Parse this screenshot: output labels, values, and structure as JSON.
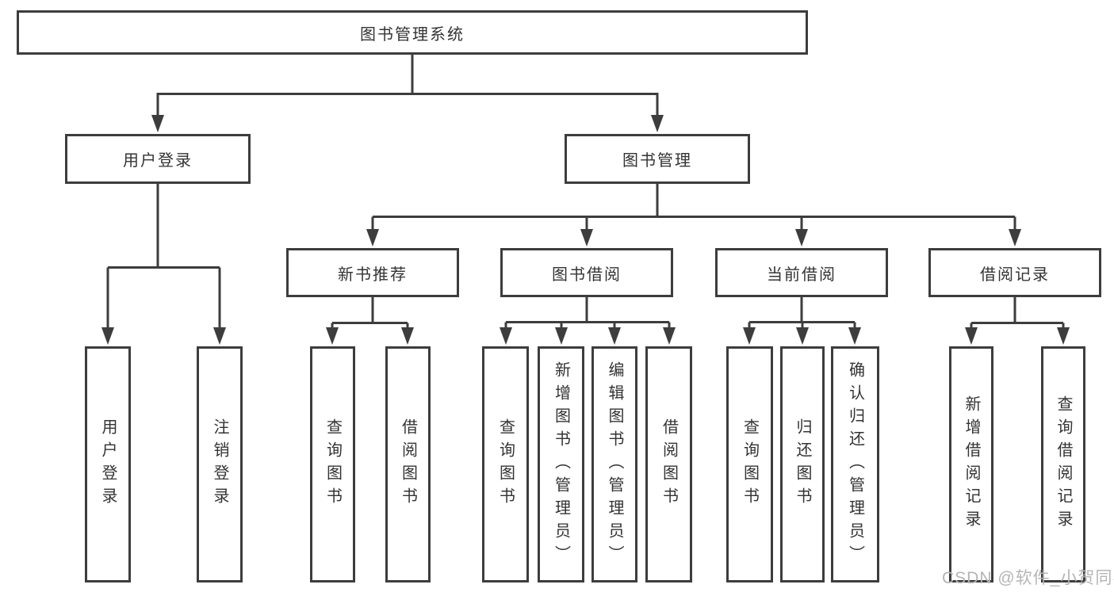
{
  "colors": {
    "line": "#3d3d3d",
    "text": "#333333",
    "background": "#ffffff",
    "watermark": "#b5b5b5"
  },
  "watermark": {
    "text": "CSDN @软件_小贺同学"
  },
  "diagram": {
    "root": {
      "label": "图书管理系统"
    },
    "branches": [
      {
        "label": "用户登录",
        "children": [
          {
            "label": "用户登录"
          },
          {
            "label": "注销登录"
          }
        ]
      },
      {
        "label": "图书管理",
        "children": [
          {
            "label": "新书推荐",
            "children": [
              {
                "label": "查询图书"
              },
              {
                "label": "借阅图书"
              }
            ]
          },
          {
            "label": "图书借阅",
            "children": [
              {
                "label": "查询图书"
              },
              {
                "label": "新增图书（管理员）"
              },
              {
                "label": "编辑图书（管理员）"
              },
              {
                "label": "借阅图书"
              }
            ]
          },
          {
            "label": "当前借阅",
            "children": [
              {
                "label": "查询图书"
              },
              {
                "label": "归还图书"
              },
              {
                "label": "确认归还（管理员）"
              }
            ]
          },
          {
            "label": "借阅记录",
            "children": [
              {
                "label": "新增借阅记录"
              },
              {
                "label": "查询借阅记录"
              }
            ]
          }
        ]
      }
    ]
  }
}
